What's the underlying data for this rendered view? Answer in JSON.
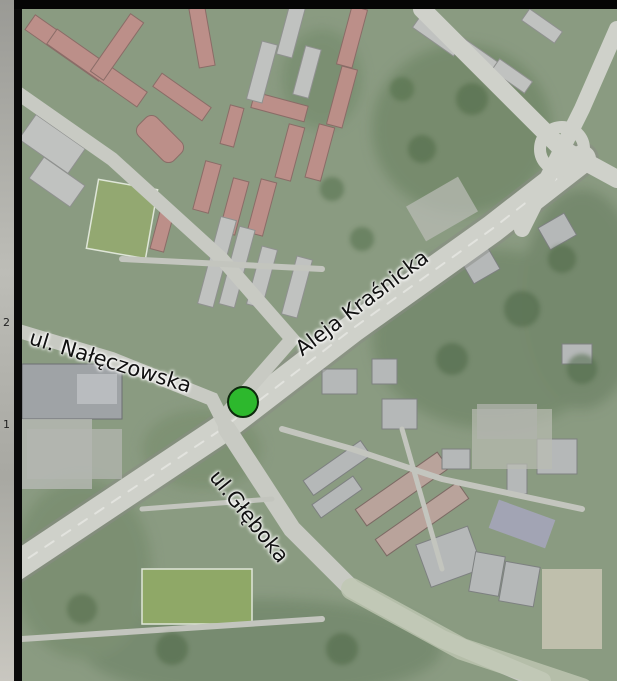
{
  "map": {
    "streets": [
      {
        "id": "nałęczowska",
        "label": "ul. Nałęczowska"
      },
      {
        "id": "kraśnicka",
        "label": "Aleja Kraśnicka"
      },
      {
        "id": "głęboka",
        "label": "ul.Głęboka"
      }
    ],
    "marker": {
      "color": "#2db82d",
      "shape": "circle"
    },
    "edge_marks": [
      "2",
      "1"
    ],
    "colors": {
      "vegetation": "#6f8560",
      "dense_trees": "#5a7350",
      "road": "#c9cbc2",
      "building_roof_red": "#b98a86",
      "building_roof_grey": "#b9bbb8",
      "field": "#8ea46a"
    }
  }
}
